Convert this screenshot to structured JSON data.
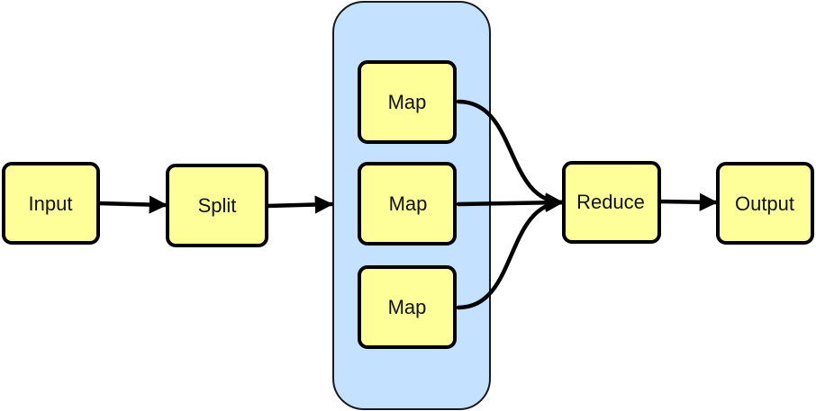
{
  "colors": {
    "node_fill": "#ffff99",
    "node_stroke": "#000000",
    "group_fill": "#c4e1ff",
    "group_stroke": "#1a1a1a",
    "edge": "#000000"
  },
  "nodes": {
    "input": "Input",
    "split": "Split",
    "map_1": "Map",
    "map_2": "Map",
    "map_3": "Map",
    "reduce": "Reduce",
    "output": "Output"
  },
  "edges": [
    {
      "from": "input",
      "to": "split"
    },
    {
      "from": "split",
      "to": "map-group"
    },
    {
      "from": "map_1",
      "to": "reduce"
    },
    {
      "from": "map_2",
      "to": "reduce"
    },
    {
      "from": "map_3",
      "to": "reduce"
    },
    {
      "from": "reduce",
      "to": "output"
    }
  ]
}
